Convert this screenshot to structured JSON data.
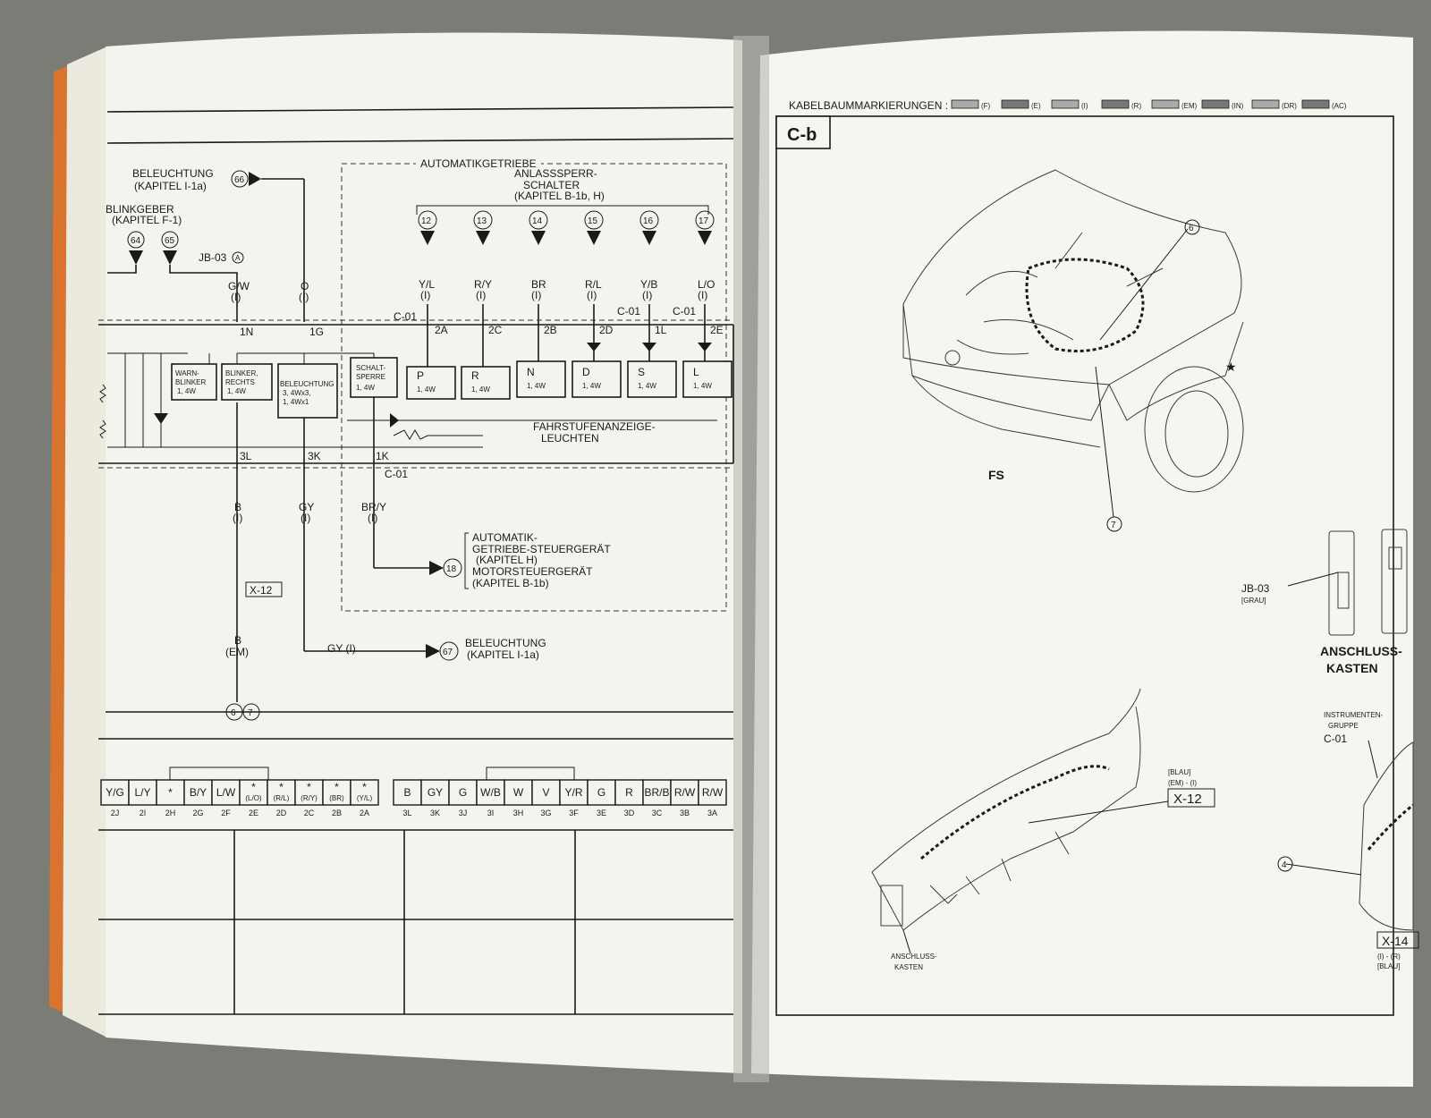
{
  "left_page": {
    "feeds": {
      "beleuchtung_top": {
        "num": "66",
        "label1": "BELEUCHTUNG",
        "label2": "(KAPITEL I-1a)"
      },
      "blinkgeber": {
        "label1": "BLINKGEBER",
        "label2": "(KAPITEL F-1)",
        "nums": [
          "64",
          "65"
        ]
      },
      "jb03": "JB-03",
      "jb03_mark": "A"
    },
    "auto_box": {
      "title": "AUTOMATIKGETRIEBE",
      "anlass": [
        "ANLASSSPERR-",
        "SCHALTER",
        "(KAPITEL B-1b, H)"
      ]
    },
    "inputs": [
      {
        "num": "12",
        "wire": "Y/L",
        "pin": "2A"
      },
      {
        "num": "13",
        "wire": "R/Y",
        "pin": "2C"
      },
      {
        "num": "14",
        "wire": "BR",
        "pin": "2B"
      },
      {
        "num": "15",
        "wire": "R/L",
        "pin": "2D"
      },
      {
        "num": "16",
        "wire": "Y/B",
        "pin": "1L"
      },
      {
        "num": "17",
        "wire": "L/O",
        "pin": "2E"
      }
    ],
    "wire_suffix": "(I)",
    "upper_wires": [
      {
        "wire": "G/W",
        "pin": "1N"
      },
      {
        "wire": "O",
        "pin": "1G"
      }
    ],
    "connector_c01": "C-01",
    "lamps": [
      {
        "title": "WARN-",
        "sub": "BLINKER",
        "rating": "1, 4W"
      },
      {
        "title": "BLINKER,",
        "sub": "RECHTS",
        "rating": "1, 4W"
      },
      {
        "title": "BELEUCHTUNG",
        "sub": "3, 4Wx3,",
        "rating": "1, 4Wx1"
      },
      {
        "title": "SCHALT-",
        "sub": "SPERRE",
        "rating": "1, 4W"
      }
    ],
    "gear_lamps": [
      {
        "letter": "P",
        "rating": "1, 4W"
      },
      {
        "letter": "R",
        "rating": "1, 4W"
      },
      {
        "letter": "N",
        "rating": "1, 4W"
      },
      {
        "letter": "D",
        "rating": "1, 4W"
      },
      {
        "letter": "S",
        "rating": "1, 4W"
      },
      {
        "letter": "L",
        "rating": "1, 4W"
      }
    ],
    "fahrstufen": [
      "FAHRSTUFENANZEIGE-",
      "LEUCHTEN"
    ],
    "lower_pins": [
      "3L",
      "3K",
      "1K"
    ],
    "lower_wires": [
      {
        "wire": "B",
        "sub": "(I)"
      },
      {
        "wire": "GY",
        "sub": "(I)"
      },
      {
        "wire": "BR/Y",
        "sub": "(I)"
      }
    ],
    "x12": "X-12",
    "b_em": {
      "wire": "B",
      "sub": "(EM)"
    },
    "gy_i": "GY (I)",
    "out_18": {
      "num": "18",
      "lines": [
        "AUTOMATIK-",
        "GETRIEBE-STEUERGERÄT",
        "(KAPITEL H)",
        "MOTORSTEUERGERÄT",
        "(KAPITEL B-1b)"
      ]
    },
    "out_67": {
      "num": "67",
      "label1": "BELEUCHTUNG",
      "label2": "(KAPITEL I-1a)"
    },
    "ground": [
      "6",
      "7"
    ],
    "connector_left": {
      "cells": [
        "Y/G",
        "L/Y",
        "*",
        "B/Y",
        "L/W",
        "*\n(L/O)",
        "*\n(R/L)",
        "*\n(R/Y)",
        "*\n(BR)",
        "*\n(Y/L)"
      ],
      "pins": [
        "2J",
        "2I",
        "2H",
        "2G",
        "2F",
        "2E",
        "2D",
        "2C",
        "2B",
        "2A"
      ]
    },
    "connector_right": {
      "cells": [
        "B",
        "GY",
        "G",
        "W/B",
        "W",
        "V",
        "Y/R",
        "G",
        "R",
        "BR/B",
        "R/W",
        "R/W"
      ],
      "pins": [
        "3L",
        "3K",
        "3J",
        "3I",
        "3H",
        "3G",
        "3F",
        "3E",
        "3D",
        "3C",
        "3B",
        "3A"
      ]
    }
  },
  "right_page": {
    "header": "KABELBAUMMARKIERUNGEN :",
    "legend": [
      "(F)",
      "(E)",
      "(I)",
      "(R)",
      "(EM)",
      "(IN)",
      "(DR)",
      "(AC)"
    ],
    "section": "C-b",
    "fs": "FS",
    "markers": [
      "6",
      "7",
      "4"
    ],
    "jb03": {
      "label": "JB-03",
      "sub": "[GRAU]"
    },
    "anschluss_right": [
      "ANSCHLUSS-",
      "KASTEN"
    ],
    "instrumenten": {
      "lines": [
        "INSTRUMENTEN-",
        "GRUPPE"
      ],
      "code": "C-01"
    },
    "x12": {
      "lines": [
        "[BLAU]",
        "(EM) - (I)"
      ],
      "code": "X-12"
    },
    "anschluss_left": [
      "ANSCHLUSS-",
      "KASTEN"
    ],
    "x14": {
      "code": "X-14",
      "lines": [
        "(I) - (R)",
        "[BLAU]"
      ]
    }
  },
  "colors": {
    "background": "#7c7c76",
    "paper": "#f4f4ee",
    "ink": "#1a1a1a",
    "book_edge": "#d8742e"
  }
}
